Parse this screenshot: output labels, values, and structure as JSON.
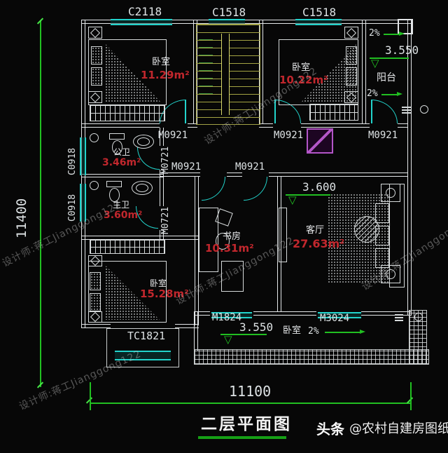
{
  "drawing": {
    "title": "二层平面图",
    "watermark": "设计师:蒋工Jianggong122",
    "footer": {
      "brand": "头条",
      "account": "@农村自建房图纸"
    }
  },
  "dimensions": {
    "overall_width": "11100",
    "overall_height": "11400"
  },
  "levels": {
    "balcony": "3.550",
    "living": "3.600",
    "terrace": "3.550"
  },
  "slope_label": "2%",
  "symbols": {
    "level_triangle": "▽"
  },
  "rooms": {
    "bedroom_top_left": {
      "name": "卧室",
      "area": "11.29m²"
    },
    "bedroom_top_right": {
      "name": "卧室",
      "area": "10.22m²"
    },
    "public_bath": {
      "name": "公卫",
      "area": "3.46m²"
    },
    "master_bath": {
      "name": "主卫",
      "area": "3.60m²"
    },
    "study": {
      "name": "书房",
      "area": "10.31m²"
    },
    "living_room": {
      "name": "客厅",
      "area": "27.63m²"
    },
    "bedroom_bottom_left": {
      "name": "卧室",
      "area": "15.28m²"
    },
    "balcony": {
      "name": "阳台"
    },
    "terrace": {
      "name": "卧室"
    }
  },
  "openings": {
    "window_c2118": "C2118",
    "window_c1518": "C1518",
    "window_c0918": "C0918",
    "door_m0921": "M0921",
    "door_m0721": "M0721",
    "door_m1824": "M1824",
    "door_m3024": "M3024",
    "bay_window_tc1821": "TC1821"
  },
  "colors": {
    "background": "#070707",
    "wall": "#e3e6e8",
    "window_cyan": "#22d3cb",
    "dimension_green": "#21bf21",
    "area_red": "#c1272d",
    "stair_yellow": "#a2a246",
    "shaft_purple": "#b355c7"
  }
}
